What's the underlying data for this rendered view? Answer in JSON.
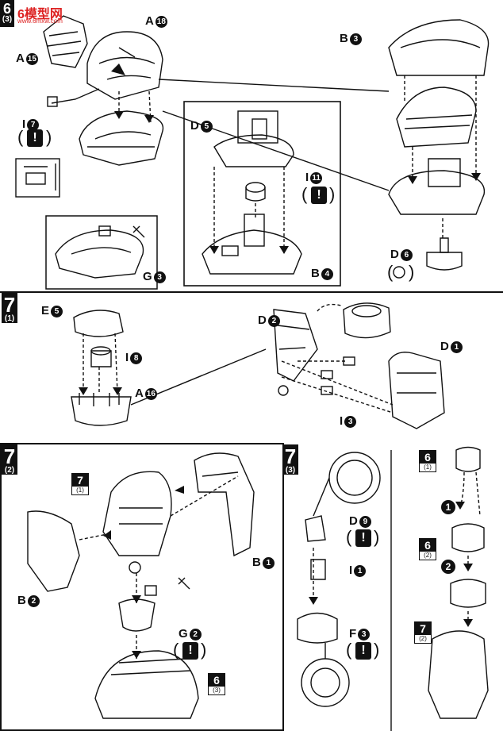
{
  "watermark": {
    "main": "6模型网",
    "url": "www.6mxw.com"
  },
  "header": {
    "step": "6",
    "sub": "(3)"
  },
  "section6": {
    "labels": {
      "a18": {
        "letter": "A",
        "num": "18"
      },
      "a15": {
        "letter": "A",
        "num": "15"
      },
      "i7": {
        "letter": "I",
        "num": "7"
      },
      "g3": {
        "letter": "G",
        "num": "3"
      },
      "b3": {
        "letter": "B",
        "num": "3"
      },
      "d5": {
        "letter": "D",
        "num": "5"
      },
      "i11": {
        "letter": "I",
        "num": "11"
      },
      "b4": {
        "letter": "B",
        "num": "4"
      },
      "d6": {
        "letter": "D",
        "num": "6"
      }
    }
  },
  "section7_1": {
    "step": "7",
    "sub": "(1)",
    "labels": {
      "e5": {
        "letter": "E",
        "num": "5"
      },
      "i8": {
        "letter": "I",
        "num": "8"
      },
      "a16": {
        "letter": "A",
        "num": "16"
      },
      "d2": {
        "letter": "D",
        "num": "2"
      },
      "d1": {
        "letter": "D",
        "num": "1"
      },
      "i3": {
        "letter": "I",
        "num": "3"
      }
    }
  },
  "section7_2": {
    "step": "7",
    "sub": "(2)",
    "ref_7_1": {
      "num": "7",
      "sub": "(1)"
    },
    "ref_6_3": {
      "num": "6",
      "sub": "(3)"
    },
    "labels": {
      "b1": {
        "letter": "B",
        "num": "1"
      },
      "b2": {
        "letter": "B",
        "num": "2"
      },
      "g2": {
        "letter": "G",
        "num": "2"
      }
    }
  },
  "section7_3": {
    "step": "7",
    "sub": "(3)",
    "labels": {
      "d9": {
        "letter": "D",
        "num": "9"
      },
      "i1": {
        "letter": "I",
        "num": "1"
      },
      "f3": {
        "letter": "F",
        "num": "3"
      }
    }
  },
  "sideflow": {
    "ref_6_1": {
      "num": "6",
      "sub": "(1)"
    },
    "ref_6_2": {
      "num": "6",
      "sub": "(2)"
    },
    "ref_7_2": {
      "num": "7",
      "sub": "(2)"
    },
    "steps": [
      "1",
      "2"
    ]
  },
  "warning_symbol": "!"
}
